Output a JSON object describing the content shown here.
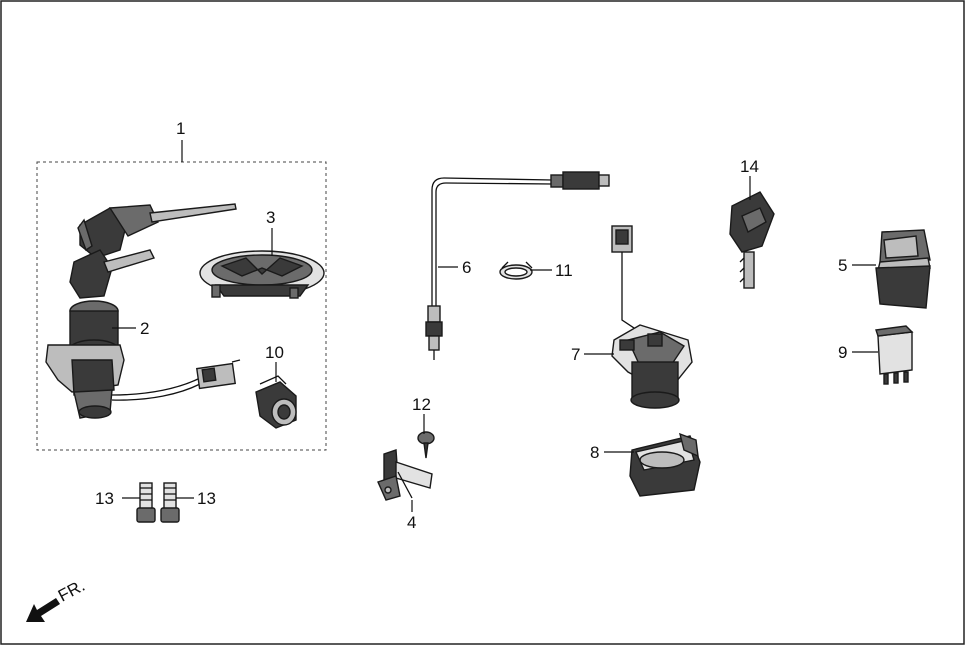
{
  "labels": {
    "p1": "1",
    "p2": "2",
    "p3": "3",
    "p4": "4",
    "p5": "5",
    "p6": "6",
    "p7": "7",
    "p8": "8",
    "p9": "9",
    "p10": "10",
    "p11": "11",
    "p12": "12",
    "p13a": "13",
    "p13b": "13",
    "p14": "14"
  },
  "front_indicator": "FR."
}
